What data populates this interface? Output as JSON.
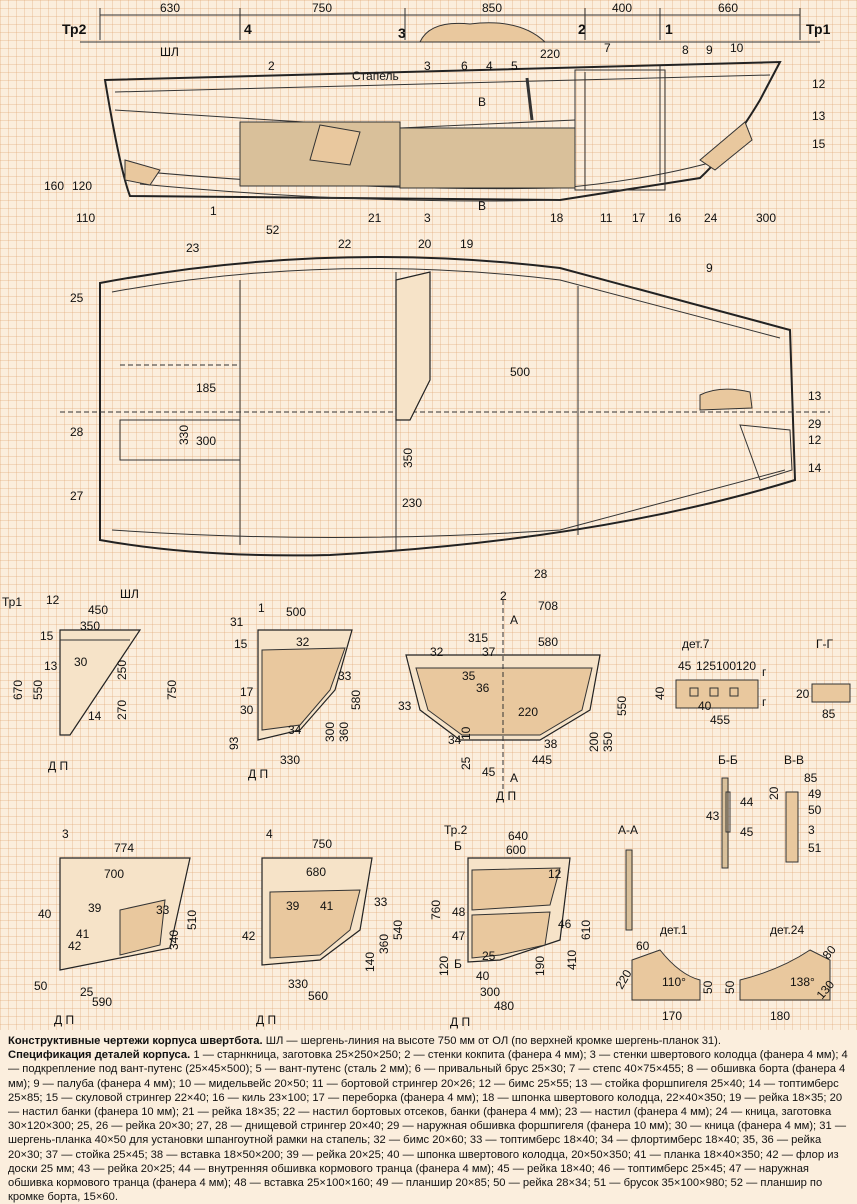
{
  "top_view": {
    "dims_top": [
      "630",
      "750",
      "850",
      "400",
      "660"
    ],
    "stations": [
      "Тр2",
      "4",
      "3",
      "2",
      "1",
      "Тр1"
    ],
    "shl": "ШЛ",
    "stapel": "Стапель",
    "dims_misc": [
      "220",
      "160",
      "120",
      "110",
      "300"
    ],
    "section_b": "В",
    "labels": [
      "1",
      "2",
      "3",
      "4",
      "5",
      "6",
      "7",
      "8",
      "9",
      "10",
      "11",
      "12",
      "13",
      "15",
      "16",
      "17",
      "18",
      "21",
      "24",
      "3"
    ]
  },
  "plan_view": {
    "dims": [
      "185",
      "330",
      "300",
      "500",
      "350",
      "230"
    ],
    "labels": [
      "23",
      "52",
      "22",
      "20",
      "19",
      "9",
      "25",
      "13",
      "29",
      "12",
      "14",
      "28",
      "27",
      "28"
    ]
  },
  "sections": {
    "tr1": {
      "title": "Тр1",
      "shl": "ШЛ",
      "dims": [
        "450",
        "350",
        "15",
        "12",
        "670",
        "550",
        "30",
        "250",
        "270",
        "13",
        "14",
        "750"
      ],
      "dp": "Д П"
    },
    "st1": {
      "title": "1",
      "dims": [
        "500",
        "31",
        "15",
        "32",
        "33",
        "17",
        "30",
        "34",
        "93",
        "580",
        "300",
        "360",
        "330"
      ],
      "dp": "Д П"
    },
    "st2": {
      "title": "2",
      "a": "А",
      "dims": [
        "708",
        "315",
        "580",
        "32",
        "37",
        "35",
        "36",
        "33",
        "220",
        "34",
        "38",
        "25",
        "10",
        "445",
        "45",
        "550",
        "200",
        "350"
      ],
      "dp": "Д П"
    },
    "det7": {
      "title": "дет.7",
      "dims": [
        "45",
        "125",
        "100",
        "120",
        "40",
        "40",
        "455",
        "г",
        "г"
      ]
    },
    "gg": {
      "title": "Г-Г",
      "dims": [
        "20",
        "85"
      ]
    },
    "st3": {
      "title": "3",
      "dims": [
        "774",
        "700",
        "40",
        "39",
        "33",
        "41",
        "42",
        "340",
        "510",
        "50",
        "25",
        "590"
      ],
      "dp": "Д П"
    },
    "st4": {
      "title": "4",
      "dims": [
        "750",
        "680",
        "39",
        "41",
        "33",
        "42",
        "540",
        "360",
        "140",
        "330",
        "560"
      ],
      "dp": "Д П"
    },
    "tr2": {
      "title": "Тр.2",
      "b": "Б",
      "dims": [
        "640",
        "600",
        "12",
        "760",
        "48",
        "47",
        "46",
        "610",
        "410",
        "190",
        "120",
        "25",
        "40",
        "300",
        "480"
      ],
      "dp": "Д П"
    },
    "aa": {
      "title": "А-А"
    },
    "bb": {
      "title": "Б-Б",
      "dims": [
        "44",
        "43",
        "45"
      ]
    },
    "vv": {
      "title": "В-В",
      "dims": [
        "85",
        "20",
        "49",
        "50",
        "3",
        "51"
      ]
    },
    "det1": {
      "title": "дет.1",
      "dims": [
        "60",
        "220",
        "110°",
        "170",
        "50"
      ]
    },
    "det24": {
      "title": "дет.24",
      "dims": [
        "50",
        "138°",
        "130",
        "80",
        "180"
      ]
    }
  },
  "caption": {
    "heading": "Конструктивные чертежи корпуса швертбота.",
    "heading_rest": " ШЛ — шергень-линия на высоте 750 мм от ОЛ (по верхней кромке шергень-планок 31).",
    "spec_heading": "Спецификация деталей корпуса.",
    "spec_text": " 1 — старнкница, заготовка 25×250×250; 2 — стенки кокпита (фанера 4 мм); 3 — стенки швертового колодца (фанера 4 мм); 4 — подкрепление под вант-путенс (25×45×500); 5 — вант-путенс (сталь 2 мм); 6 — привальный брус 25×30; 7 — степс 40×75×455; 8 — обшивка борта (фанера 4 мм); 9 — палуба (фанера 4 мм); 10 — мидельвейс 20×50; 11 — бортовой стрингер 20×26; 12 — бимс 25×55; 13 — стойка форшпигеля 25×40; 14 — топтимберс 25×85; 15 — скуловой стрингер 22×40; 16 — киль 23×100; 17 — переборка (фанера 4 мм); 18 — шпонка швертового колодца, 22×40×350; 19 — рейка 18×35; 20 — настил банки (фанера 10 мм); 21 — рейка 18×35; 22 — настил бортовых отсеков, банки (фанера 4 мм); 23 — настил (фанера 4 мм); 24 — кница, заготовка 30×120×300; 25, 26 — рейка 20×30; 27, 28 — днищевой стрингер 20×40; 29 — наружная обшивка форшпигеля (фанера 10 мм); 30 — кница (фанера 4 мм); 31 — шергень-планка 40×50 для установки шпангоутной рамки на стапель; 32 — бимс 20×60; 33 — топтимберс 18×40; 34 — флортимберс 18×40; 35, 36 — рейка 20×30; 37 — стойка 25×45; 38 — вставка 18×50×200; 39 — рейка 20×25; 40 — шпонка швертового колодца, 20×50×350; 41 — планка 18×40×350; 42 — флор из доски 25 мм; 43 — рейка 20×25; 44 — внутренняя обшивка кормового транца (фанера 4 мм); 45 — рейка 18×40; 46 — топтимберс 25×45; 47 — наружная обшивка кормового транца (фанера 4 мм); 48 — вставка 25×100×160; 49 — планшир 20×85; 50 — рейка 28×34; 51 — брусок 35×100×980; 52 — планшир по кромке борта, 15×60."
  }
}
